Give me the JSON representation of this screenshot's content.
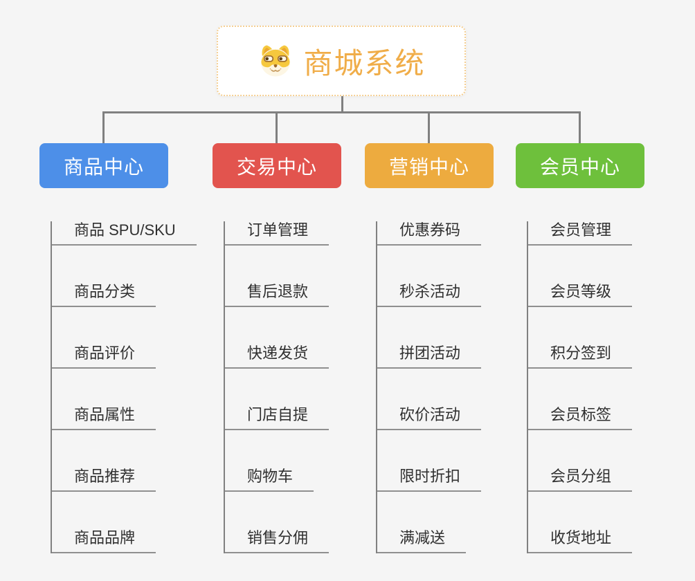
{
  "root": {
    "title": "商城系统",
    "icon": "dog-face-icon"
  },
  "branches": [
    {
      "label": "商品中心",
      "color": "#4d8fe8",
      "children": [
        "商品 SPU/SKU",
        "商品分类",
        "商品评价",
        "商品属性",
        "商品推荐",
        "商品品牌"
      ]
    },
    {
      "label": "交易中心",
      "color": "#e2544e",
      "children": [
        "订单管理",
        "售后退款",
        "快递发货",
        "门店自提",
        "购物车",
        "销售分佣"
      ]
    },
    {
      "label": "营销中心",
      "color": "#edab3f",
      "children": [
        "优惠券码",
        "秒杀活动",
        "拼团活动",
        "砍价活动",
        "限时折扣",
        "满减送"
      ]
    },
    {
      "label": "会员中心",
      "color": "#6ec03c",
      "children": [
        "会员管理",
        "会员等级",
        "积分签到",
        "会员标签",
        "会员分组",
        "收货地址"
      ]
    }
  ],
  "colors": {
    "canvas_background": "#f5f5f5",
    "connector_line": "#808080",
    "child_underline": "#8f8f8f",
    "child_text": "#303030",
    "root_title": "#f0ad49",
    "root_border": "#f5cf92",
    "root_background": "#ffffff"
  }
}
